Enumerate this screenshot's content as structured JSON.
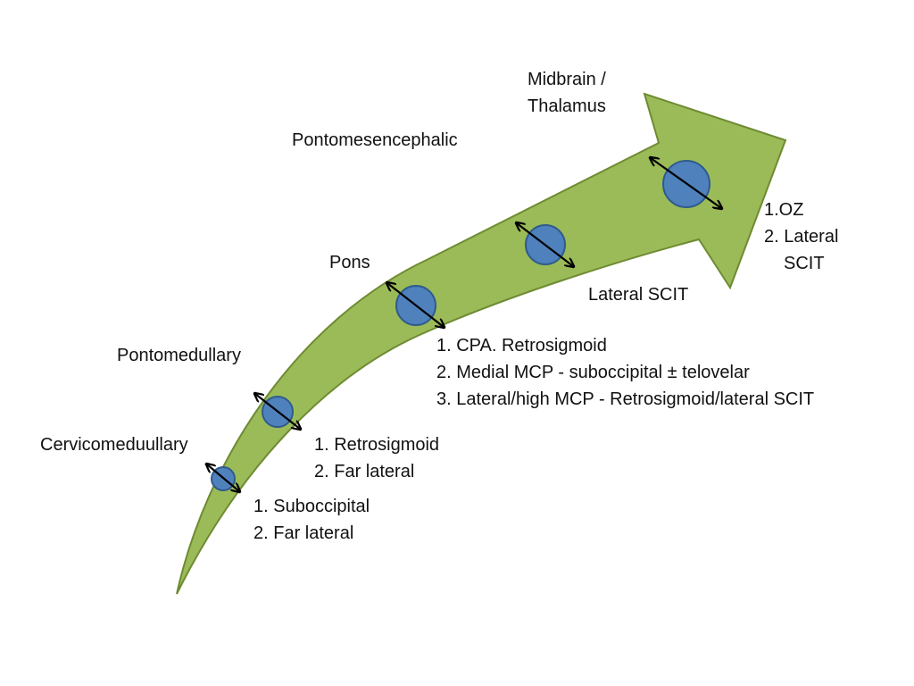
{
  "colors": {
    "arrow_fill": "#9BBB59",
    "arrow_stroke": "#6E8B32",
    "node_fill": "#4F81BD",
    "node_stroke": "#2F5B8C",
    "text": "#111111"
  },
  "labels": {
    "midbrain_line1": "Midbrain /",
    "midbrain_line2": "Thalamus",
    "pontomesencephalic": "Pontomesencephalic",
    "pons": "Pons",
    "pontomedullary": "Pontomedullary",
    "cervicomedullary": "Cervicomeduullary"
  },
  "approaches": {
    "midbrain": [
      "1.OZ",
      "2. Lateral",
      "SCIT"
    ],
    "pontomesencephalic": [
      "Lateral SCIT"
    ],
    "pons": [
      "1. CPA. Retrosigmoid",
      "2. Medial MCP - suboccipital ± telovelar",
      "3. Lateral/high MCP - Retrosigmoid/lateral SCIT"
    ],
    "pontomedullary": [
      "1. Retrosigmoid",
      "2. Far lateral"
    ],
    "cervicomedullary": [
      "1. Suboccipital",
      "2. Far lateral"
    ]
  }
}
